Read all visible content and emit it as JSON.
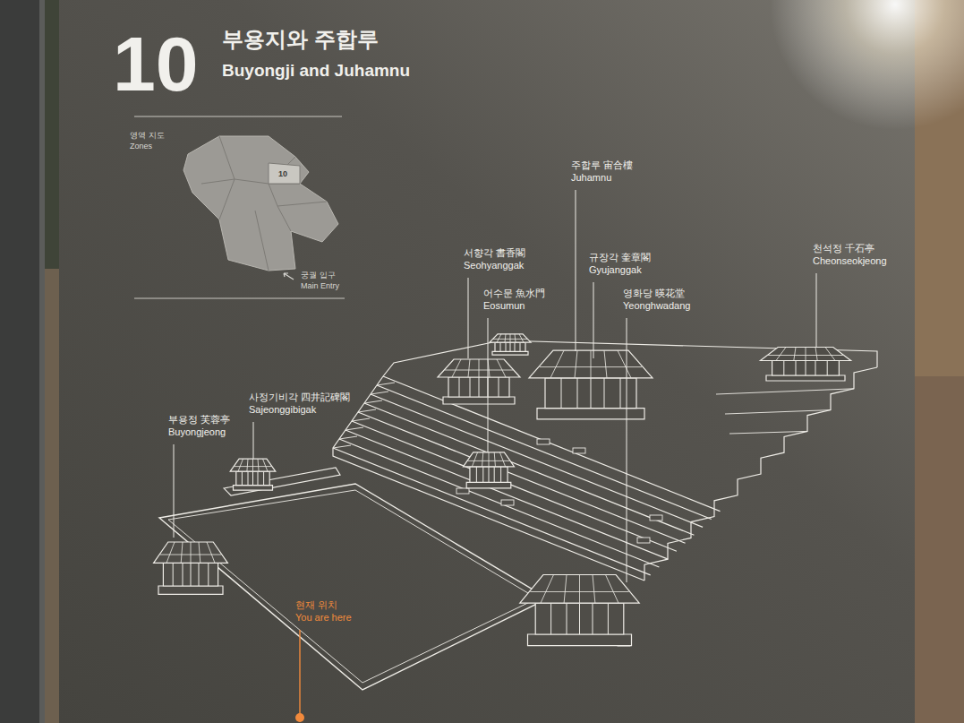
{
  "diagram": {
    "title": "부용지와 주합루",
    "labels": [
      "10",
      "Buyongji and Juhamnu",
      "영역 지도",
      "Zones",
      "10",
      "궁궐 입구",
      "Main Entry",
      "주합루 宙合樓",
      "Juhamnu",
      "서향각 書香閣",
      "Seohyanggak",
      "규장각 奎章閣",
      "Gyujanggak",
      "어수문 魚水門",
      "Eosumun",
      "영화당 暎花堂",
      "Yeonghwadang",
      "천석정 千石亭",
      "Cheonseokjeong",
      "사정기비각 四井記碑閣",
      "Sajeonggibigak",
      "부용정 芙蓉亭",
      "Buyongjeong",
      "현재 위치",
      "You are here"
    ]
  }
}
